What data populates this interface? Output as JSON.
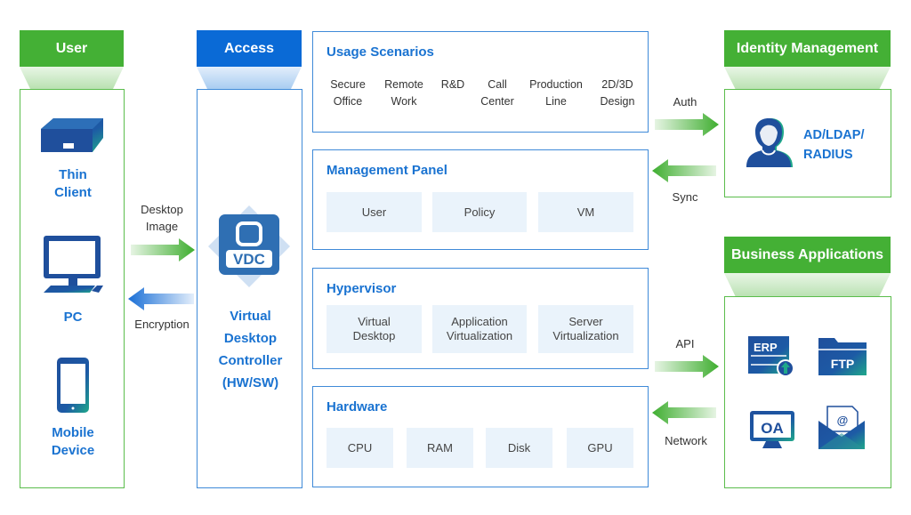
{
  "columns": {
    "user": {
      "header": "User",
      "devices": [
        {
          "icon": "thin-client-icon",
          "label_line1": "Thin",
          "label_line2": "Client"
        },
        {
          "icon": "pc-icon",
          "label_line1": "PC",
          "label_line2": ""
        },
        {
          "icon": "mobile-device-icon",
          "label_line1": "Mobile",
          "label_line2": "Device"
        }
      ]
    },
    "access": {
      "header": "Access",
      "vdc_icon_text": "VDC",
      "label_lines": [
        "Virtual",
        "Desktop",
        "Controller",
        "(HW/SW)"
      ]
    },
    "identity": {
      "header": "Identity Management",
      "label_line1": "AD/LDAP/",
      "label_line2": "RADIUS"
    },
    "business": {
      "header": "Business Applications",
      "apps": [
        "ERP",
        "FTP",
        "OA",
        "@"
      ]
    }
  },
  "flows": {
    "desktop_image": {
      "line1": "Desktop",
      "line2": "Image"
    },
    "encryption": "Encryption",
    "auth": "Auth",
    "sync": "Sync",
    "api": "API",
    "network": "Network"
  },
  "panels": {
    "usage": {
      "title": "Usage Scenarios",
      "items": [
        {
          "line1": "Secure",
          "line2": "Office"
        },
        {
          "line1": "Remote",
          "line2": "Work"
        },
        {
          "line1": "R&D",
          "line2": ""
        },
        {
          "line1": "Call",
          "line2": "Center"
        },
        {
          "line1": "Production",
          "line2": "Line"
        },
        {
          "line1": "2D/3D",
          "line2": "Design"
        }
      ]
    },
    "management": {
      "title": "Management Panel",
      "items": [
        "User",
        "Policy",
        "VM"
      ]
    },
    "hypervisor": {
      "title": "Hypervisor",
      "items": [
        {
          "line1": "Virtual",
          "line2": "Desktop"
        },
        {
          "line1": "Application",
          "line2": "Virtualization"
        },
        {
          "line1": "Server",
          "line2": "Virtualization"
        }
      ]
    },
    "hardware": {
      "title": "Hardware",
      "items": [
        "CPU",
        "RAM",
        "Disk",
        "GPU"
      ]
    }
  },
  "colors": {
    "green": "#44b035",
    "blue": "#0a6ad6",
    "label_blue": "#1a73d1",
    "cell_bg": "#eaf3fb",
    "icon_blue": "#1f4f9c",
    "icon_teal": "#1fa88a"
  }
}
